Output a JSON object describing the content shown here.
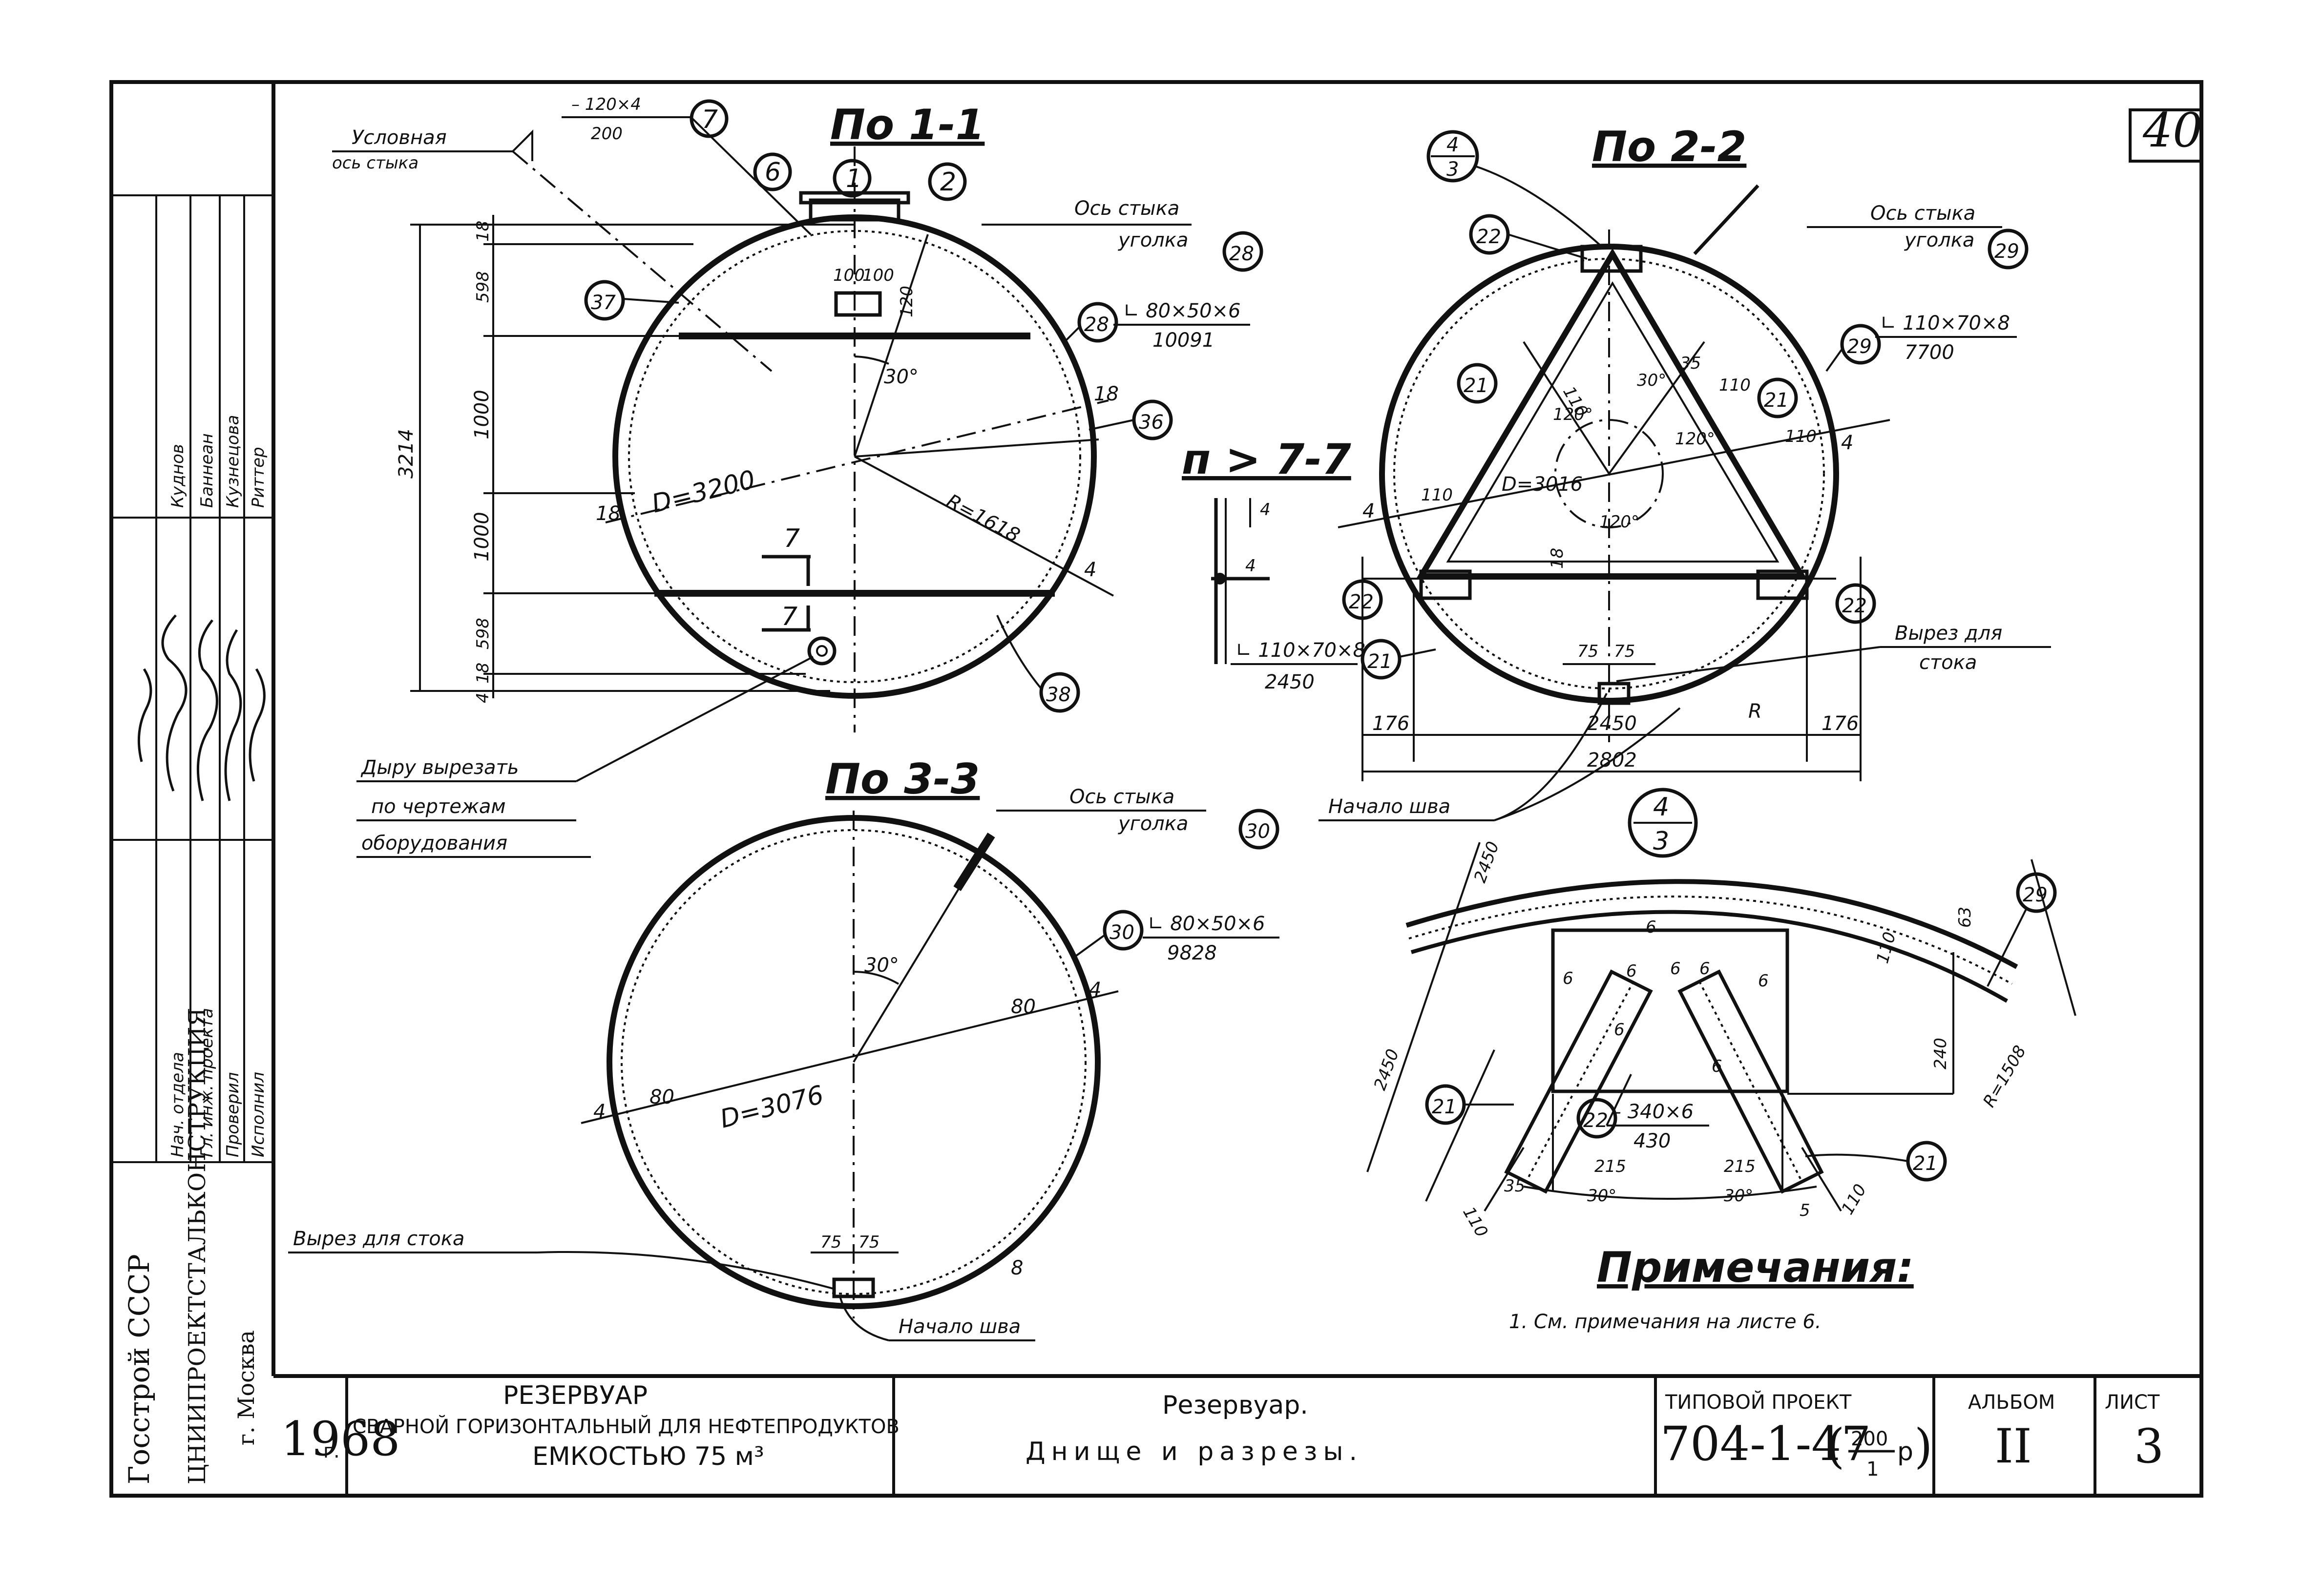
{
  "sheet_mark": "40",
  "section_titles": {
    "s11": "По 1-1",
    "s22": "По 2-2",
    "s33": "По 3-3",
    "s77": "п > 7-7"
  },
  "cut_marks": {
    "a": "7",
    "b": "7"
  },
  "balloons": {
    "b1": "1",
    "b2": "2",
    "b6": "6",
    "b7": "7",
    "b37": "37",
    "b28a": "28",
    "b28b": "28",
    "b36": "36",
    "b38": "38",
    "b22a": "22",
    "b22b": "22",
    "b22c": "22",
    "b22d": "22",
    "b21a": "21",
    "b21b": "21",
    "b21c": "21",
    "b21d": "21",
    "b21e": "21",
    "b29a": "29",
    "b29b": "29",
    "b29c": "29",
    "b30a": "30",
    "b30b": "30",
    "ref43_top": "4",
    "ref43_bot": "3",
    "ref43b_top": "4",
    "ref43b_bot": "3"
  },
  "labels": {
    "usl_os_1": "Условная",
    "usl_os_2": "ось стыка",
    "plate_top": "– 120×4",
    "plate_bot": "200",
    "os_styka_1a": "Ось стыка",
    "os_styka_1b": "уголка",
    "os_styka_2a": "Ось стыка",
    "os_styka_2b": "уголка",
    "os_styka_3a": "Ось стыка",
    "os_styka_3b": "уголка",
    "angle28_top": "∟ 80×50×6",
    "angle28_bot": "10091",
    "angle29_top": "∟ 110×70×8",
    "angle29_bot": "7700",
    "angle21_top": "∟ 110×70×8",
    "angle21_bot": "2450",
    "angle30_top": "∟ 80×50×6",
    "angle30_bot": "9828",
    "d3200": "D=3200",
    "r1618": "R=1618",
    "d3016": "D=3016",
    "d3076": "D=3076",
    "dim_3214": "3214",
    "dim_1000a": "1000",
    "dim_1000b": "1000",
    "dim_598a": "598",
    "dim_598b": "598",
    "dim_18a": "18",
    "dim_18b": "18",
    "dim_18c": "18",
    "dim_18d": "18",
    "dim_4a": "4",
    "dim_4b": "4",
    "dim_100a": "100",
    "dim_100b": "100",
    "dim_120": "120",
    "dim_30deg_1": "30°",
    "dim_110a": "110",
    "dim_110b": "110",
    "dim_110c": "110",
    "dim_110d": "110",
    "dim_30deg_2": "30°",
    "dim_120deg_a": "120°",
    "dim_120deg_b": "120°",
    "dim_120deg_c": "120°",
    "dim_35": "35",
    "dim_4c": "4",
    "dim_4d": "4",
    "dim_75a": "75",
    "dim_75b": "75",
    "dim_176a": "176",
    "dim_176b": "176",
    "dim_2450": "2450",
    "dim_2802": "2802",
    "dim_R": "R",
    "dim_30deg_3": "30°",
    "dim_80a": "80",
    "dim_80b": "80",
    "dim_4e": "4",
    "dim_4f": "4",
    "dim_75c": "75",
    "dim_75d": "75",
    "dim_8": "8",
    "vyrez_1": "Вырез для",
    "vyrez_2": "стока",
    "nachalo_1": "Начало шва",
    "nachalo_2": "Начало шва",
    "lyuk_1": "Дыру вырезать",
    "lyuk_2": "по чертежам",
    "lyuk_3": "оборудования",
    "vyrez_3": "Вырез для стока",
    "det_plate_top": "– 340×6",
    "det_plate_bot": "430",
    "det_215a": "215",
    "det_215b": "215",
    "det_30a": "30°",
    "det_30b": "30°",
    "det_110a": "110",
    "det_110b": "110",
    "det_35": "35",
    "det_5": "5",
    "det_2450": "2450",
    "det_2450b": "2450",
    "det_240": "240",
    "det_110c": "110",
    "det_63": "63",
    "det_r1508": "R=1508",
    "weld_6a": "6",
    "weld_6b": "6",
    "weld_6c": "6",
    "weld_6d": "6",
    "weld_6e": "6",
    "weld_6f": "6",
    "weld_6g": "6",
    "weld_6h": "6"
  },
  "notes": {
    "title": "Примечания:",
    "item1": "1. См. примечания на листе 6."
  },
  "left_strip": {
    "org1": "Госстрой СССР",
    "org2": "ЦНИИПРОЕКТСТАЛЬКОНСТРУКЦИЯ",
    "org3": "г. Москва",
    "roles": [
      "Нач. отдела",
      "Гл. инж. проекта",
      "Проверил",
      "Исполнил"
    ],
    "names": [
      "Куднов",
      "Баннеан",
      "Кузнецова",
      "Риттер"
    ]
  },
  "title_block": {
    "year": "1968",
    "year_suffix": "г.",
    "object_1": "РЕЗЕРВУАР",
    "object_2": "СВАРНОЙ ГОРИЗОНТАЛЬНЫЙ ДЛЯ НЕФТЕПРОДУКТОВ",
    "object_3": "ЕМКОСТЬЮ 75 м³",
    "sheet_title_1": "Резервуар.",
    "sheet_title_2": "Днище и разрезы.",
    "project_label": "ТИПОВОЙ ПРОЕКТ",
    "project_no": "704-1-47",
    "project_frac_top": "200",
    "project_frac_bot": "1",
    "project_frac_suffix": "р",
    "album_label": "АЛЬБОМ",
    "album_no": "II",
    "sheet_label": "ЛИСТ",
    "sheet_no": "3"
  }
}
